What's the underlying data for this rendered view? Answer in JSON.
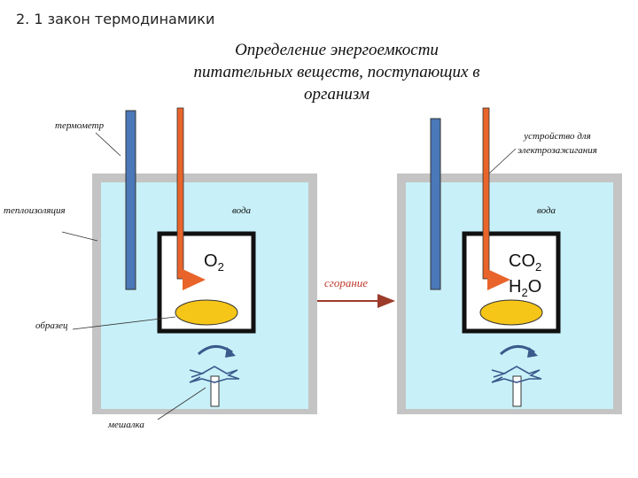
{
  "header": "2. 1 закон термодинамики",
  "title": {
    "line1": "Определение энергоемкости",
    "line2": "питательных веществ, поступающих в",
    "line3": "организм"
  },
  "labels": {
    "thermometer": "термометр",
    "igniter_line1": "устройство для",
    "igniter_line2": "электрозажигания",
    "insulation": "теплоизоляция",
    "water_left": "вода",
    "water_right": "вода",
    "sample": "образец",
    "stirrer": "мешалка",
    "combustion": "сгорание"
  },
  "formulas": {
    "o2": "O",
    "o2_sub": "2",
    "co2": "CO",
    "co2_sub": "2",
    "h2o_h": "H",
    "h2o_sub": "2",
    "h2o_o": "O"
  },
  "colors": {
    "insulation_gray": "#c4c4c4",
    "water_cyan": "#c8f0f8",
    "thermometer_blue": "#4a78b8",
    "igniter_orange": "#e8642a",
    "sample_yellow": "#f5c518",
    "arrow_red": "#9c3b2a"
  }
}
